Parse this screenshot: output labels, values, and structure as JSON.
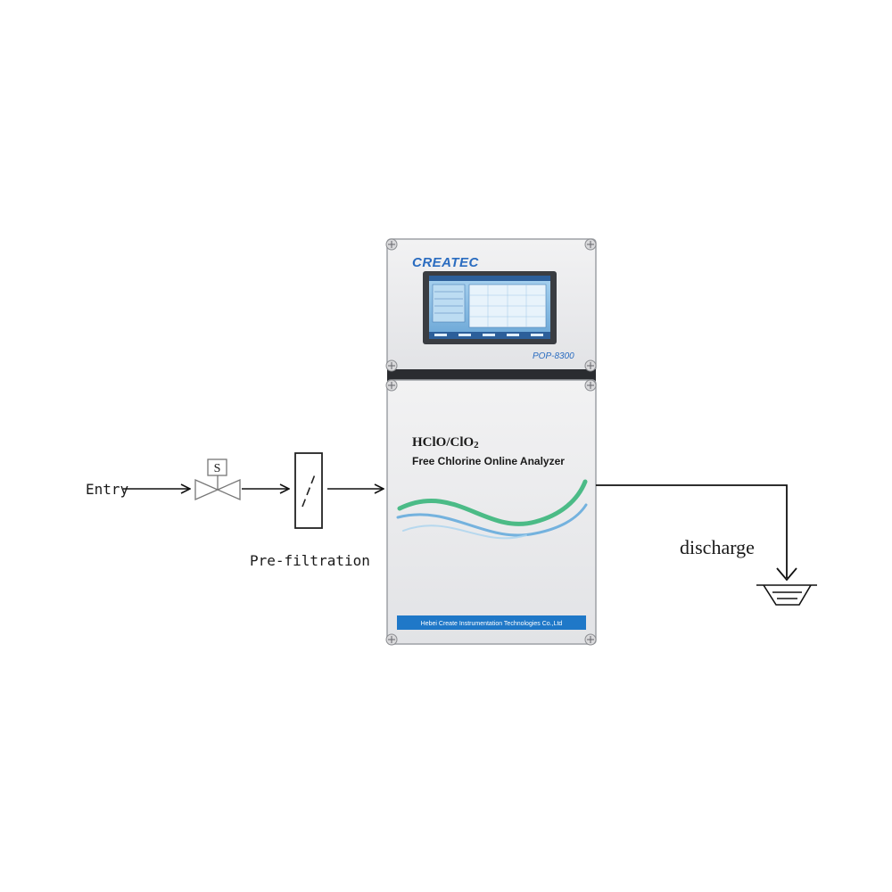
{
  "labels": {
    "entry": "Entry",
    "prefiltration": "Pre-filtration",
    "discharge": "discharge"
  },
  "valve": {
    "solenoid_letter": "S"
  },
  "analyzer": {
    "brand": "CREATEC",
    "model": "POP-8300",
    "chemical": "HClO/ClO",
    "chemical_subscript": "2",
    "title": "Free Chlorine Online Analyzer",
    "company": "Hebei Create Instrumentation Technologies Co.,Ltd"
  },
  "colors": {
    "brand_blue": "#2a6cc0",
    "wave_green": "#2fb374",
    "wave_blue": "#5fa8dc",
    "footer_band": "#1f78c8",
    "screen_bg": "#7fb6e0",
    "enclosure": "#e9eaec"
  }
}
